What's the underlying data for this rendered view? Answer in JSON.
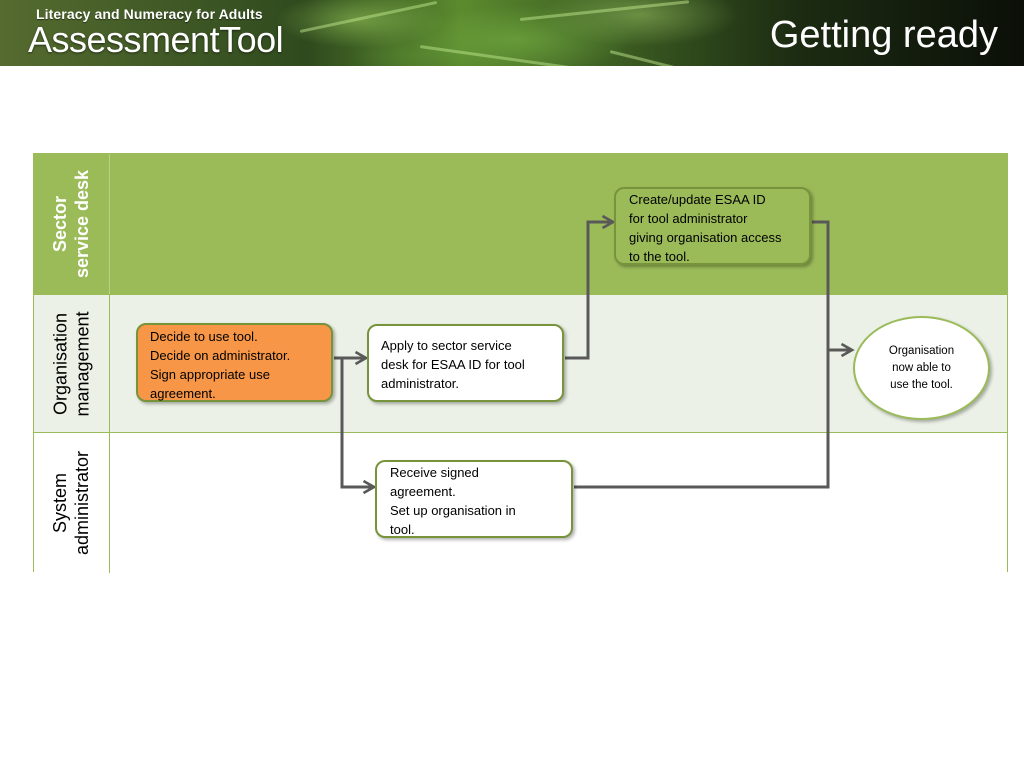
{
  "header": {
    "brand_small": "Literacy and Numeracy for Adults",
    "brand_large": "AssessmentTool",
    "slide_title": "Getting ready"
  },
  "lanes": [
    {
      "label_lines": [
        "Sector",
        "service desk"
      ]
    },
    {
      "label_lines": [
        "Organisation",
        "management"
      ]
    },
    {
      "label_lines": [
        "System",
        "administrator"
      ]
    }
  ],
  "steps": {
    "decide": [
      "Decide to use tool.",
      "Decide on administrator.",
      "Sign appropriate use",
      "agreement."
    ],
    "apply": [
      "Apply to sector service",
      "desk for ESAA ID for tool",
      "administrator."
    ],
    "create": [
      "Create/update ESAA ID",
      "for tool administrator",
      "giving organisation access",
      "to the tool."
    ],
    "receive": [
      "Receive signed",
      "agreement.",
      "Set up organisation in",
      "tool."
    ],
    "end": [
      "Organisation",
      "now able to",
      "use the tool."
    ]
  },
  "colors": {
    "lane_green": "#9bbb59",
    "lane_light": "#ebf1e6",
    "box_border": "#77933c",
    "decide_fill": "#f79646",
    "connector": "#595959"
  }
}
